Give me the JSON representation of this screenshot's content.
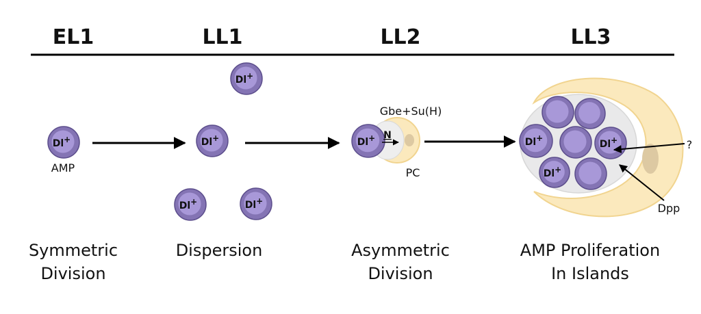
{
  "stages": [
    {
      "title": "EL1",
      "caption_lines": [
        "Symmetric",
        "Division"
      ]
    },
    {
      "title": "LL1",
      "caption_lines": [
        "Dispersion"
      ]
    },
    {
      "title": "LL2",
      "caption_lines": [
        "Asymmetric",
        "Division"
      ]
    },
    {
      "title": "LL3",
      "caption_lines": [
        "AMP Proliferation",
        "In Islands"
      ]
    }
  ],
  "labels": {
    "dl": "Dl",
    "plus": "+",
    "amp": "AMP",
    "gbe": "Gbe+Su(H)",
    "n": "N",
    "pc": "PC",
    "question": "?",
    "dpp": "Dpp"
  },
  "colors": {
    "cell_outer": "#8474b4",
    "cell_inner": "#a898d8",
    "pc_fill": "#fbe9bd",
    "pc_stroke": "#f1d48f",
    "niche_fill": "#e9e9ea"
  }
}
